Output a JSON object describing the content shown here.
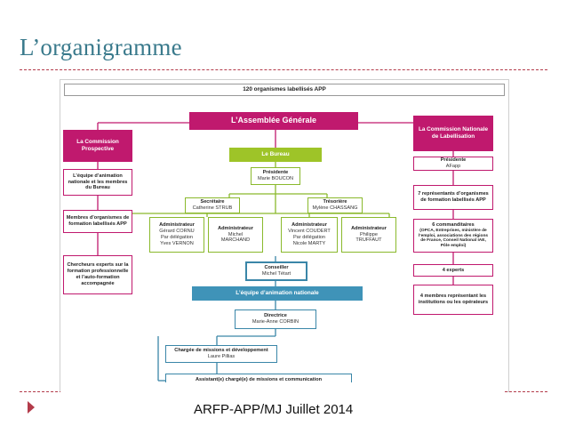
{
  "slide": {
    "title": "L’organigramme",
    "footer": "ARFP-APP/MJ Juillet 2014"
  },
  "chart": {
    "top_banner": "120 organismes labellisés APP",
    "assembly": "L’Assemblée Générale",
    "left": {
      "header": "La Commission Prospective",
      "b1": "L’équipe d’animation nationale et les membres du Bureau",
      "b2": "Membres d’organismes de formation labellisés APP",
      "b3": "Chercheurs experts sur la formation professionnelle et l’auto-formation accompagnée"
    },
    "right": {
      "header": "La Commission Nationale de Labellisation",
      "pres_title": "Présidente",
      "pres_name": "AFapp",
      "b2": "7 représentants d’organismes de formation labellisés APP",
      "b3_title": "6 commanditaires",
      "b3_body": "(OPCA, Entreprises, ministère de l’emploi, associations des régions de France, Conseil National IAE, Pôle emploi)",
      "b4": "4 experts",
      "b5": "4 membres représentant les institutions ou les opérateurs"
    },
    "bureau": {
      "header": "Le Bureau",
      "pres_title": "Présidente",
      "pres_name": "Marie BOUCON",
      "sec_title": "Secrétaire",
      "sec_name": "Catherine STRUB",
      "tres_title": "Trésorière",
      "tres_name": "Mylène CHASSANG",
      "admin1_title": "Administrateur",
      "admin1_body": "Gérard CORNU\nPar délégation\nYves VERNON",
      "admin2_title": "Administrateur",
      "admin2_body": "Michel\nMARCHAND",
      "admin3_title": "Administrateur",
      "admin3_body": "Vincent COUDERT\nPar délégation\nNicole MARTY",
      "admin4_title": "Administrateur",
      "admin4_body": "Philippe\nTRUFFAUT",
      "conseiller_title": "Conseiller",
      "conseiller_name": "Michel Tétart"
    },
    "team": {
      "header": "L’équipe d’animation nationale",
      "dir_title": "Directrice",
      "dir_name": "Marie-Anne CORBIN",
      "charge_title": "Chargée de missions et développement",
      "charge_name": "Laure Pillias",
      "assistant": "Assistant(e) chargé(e) de missions et communication"
    }
  },
  "colors": {
    "magenta": "#c0196e",
    "green": "#9ec428",
    "blue": "#3f93b8",
    "title": "#3a7a8c",
    "accent_red": "#b33b4a"
  }
}
